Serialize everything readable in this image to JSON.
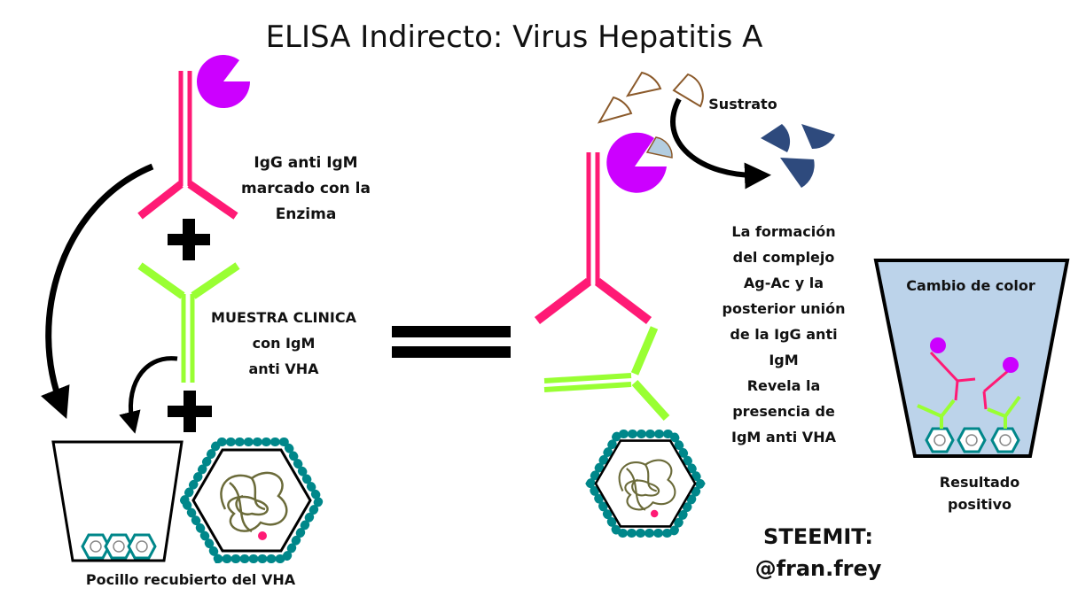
{
  "title": "ELISA Indirecto: Virus Hepatitis A",
  "labels": {
    "conjugate": [
      "IgG anti IgM",
      "marcado con la",
      "Enzima"
    ],
    "sample": [
      "MUESTRA CLINICA",
      "con IgM",
      "anti VHA"
    ],
    "well": "Pocillo recubierto del VHA",
    "substrate": "Sustrato",
    "explanation": [
      "La formación",
      "del complejo",
      "Ag-Ac y la",
      "posterior unión",
      "de la IgG anti",
      "IgM",
      "Revela la",
      "presencia de",
      "IgM anti VHA"
    ],
    "color_change": "Cambio de color",
    "result": [
      "Resultado",
      "positivo"
    ],
    "credit": [
      "STEEMIT:",
      "@fran.frey"
    ]
  },
  "colors": {
    "igg": "#ff1a75",
    "igm": "#99ff33",
    "enzyme": "#cc00ff",
    "virus_shell": "#00878a",
    "rna": "#6b6b3a",
    "substrate_outline": "#8b5a2b",
    "product": "#2e4a7d",
    "well_fill": "#bcd3ea"
  },
  "icons": [
    "plus-icon",
    "equals-icon",
    "arrow-icon",
    "antibody-icon",
    "enzyme-icon",
    "virus-icon",
    "well-icon"
  ]
}
